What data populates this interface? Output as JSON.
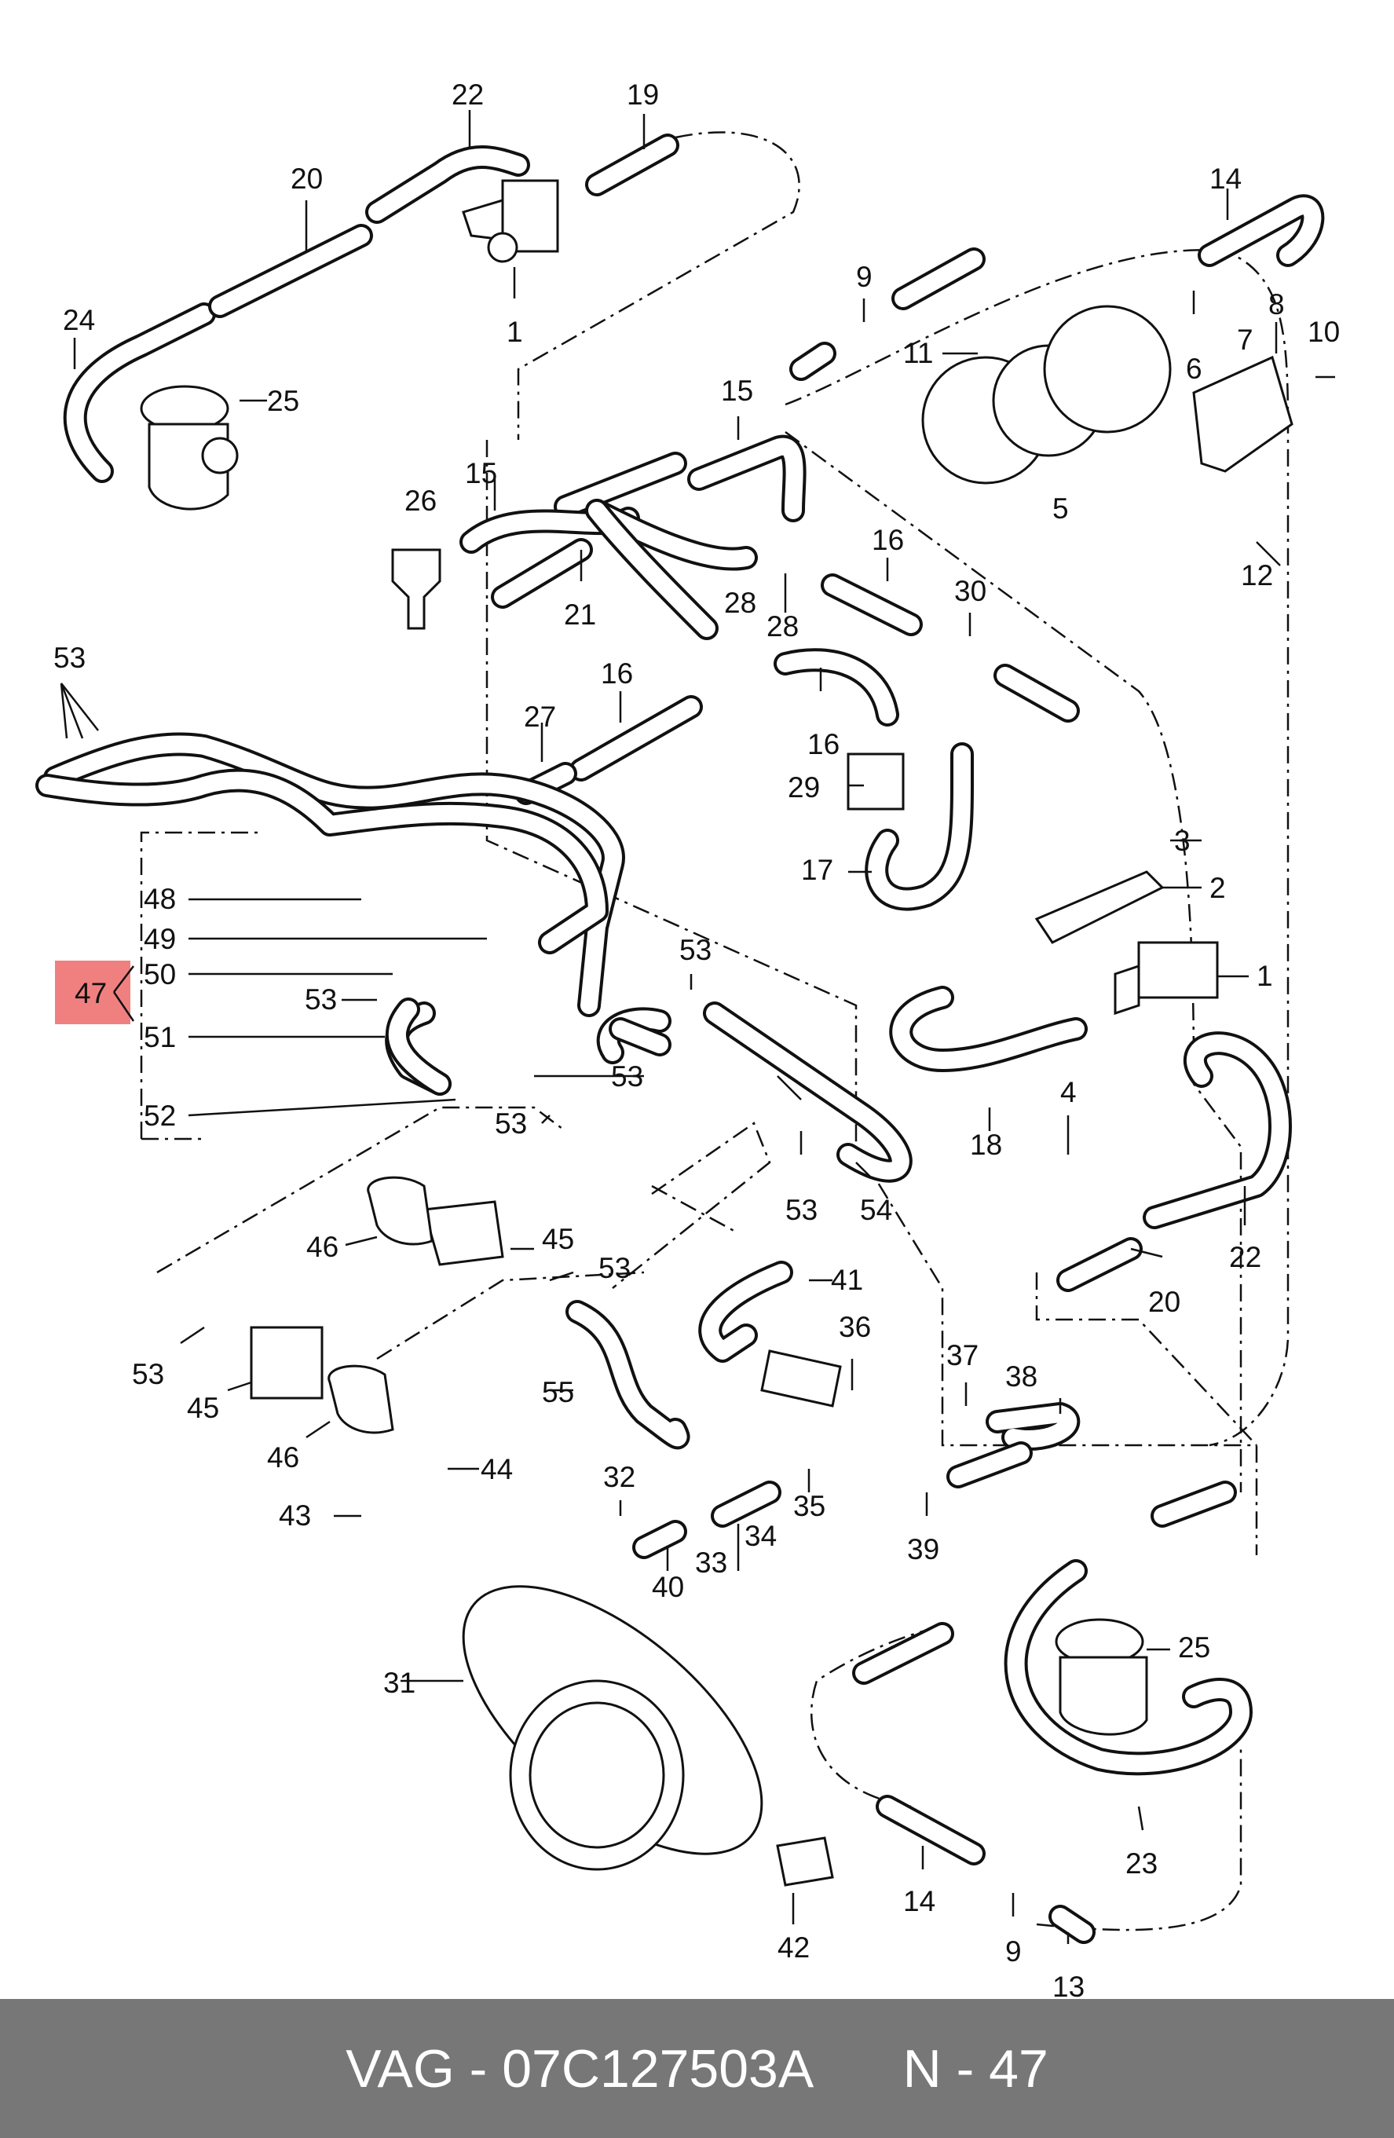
{
  "footer": {
    "brand": "VAG",
    "separator": " - ",
    "part_number": "07C127503A",
    "position_label": "N - 47"
  },
  "highlight": {
    "callout": "47",
    "color": "#f08080"
  },
  "callouts": {
    "c1a": "1",
    "c1b": "1",
    "c2": "2",
    "c3": "3",
    "c4": "4",
    "c5": "5",
    "c6": "6",
    "c7": "7",
    "c8": "8",
    "c9a": "9",
    "c9b": "9",
    "c10": "10",
    "c11": "11",
    "c12": "12",
    "c13": "13",
    "c14a": "14",
    "c14b": "14",
    "c15a": "15",
    "c15b": "15",
    "c16a": "16",
    "c16b": "16",
    "c16c": "16",
    "c17": "17",
    "c18": "18",
    "c19": "19",
    "c20a": "20",
    "c20b": "20",
    "c21": "21",
    "c22a": "22",
    "c22b": "22",
    "c23": "23",
    "c24": "24",
    "c25a": "25",
    "c25b": "25",
    "c26": "26",
    "c27": "27",
    "c28a": "28",
    "c28b": "28",
    "c29": "29",
    "c30": "30",
    "c31": "31",
    "c32": "32",
    "c33": "33",
    "c34": "34",
    "c35": "35",
    "c36": "36",
    "c37": "37",
    "c38": "38",
    "c39": "39",
    "c40": "40",
    "c41": "41",
    "c42": "42",
    "c43": "43",
    "c44": "44",
    "c45a": "45",
    "c45b": "45",
    "c46a": "46",
    "c46b": "46",
    "c48": "48",
    "c49": "49",
    "c50": "50",
    "c51": "51",
    "c52": "52",
    "c53a": "53",
    "c53b": "53",
    "c53c": "53",
    "c53d": "53",
    "c53e": "53",
    "c53f": "53",
    "c53g": "53",
    "c53h": "53",
    "c53i": "53",
    "c54": "54",
    "c55": "55"
  }
}
